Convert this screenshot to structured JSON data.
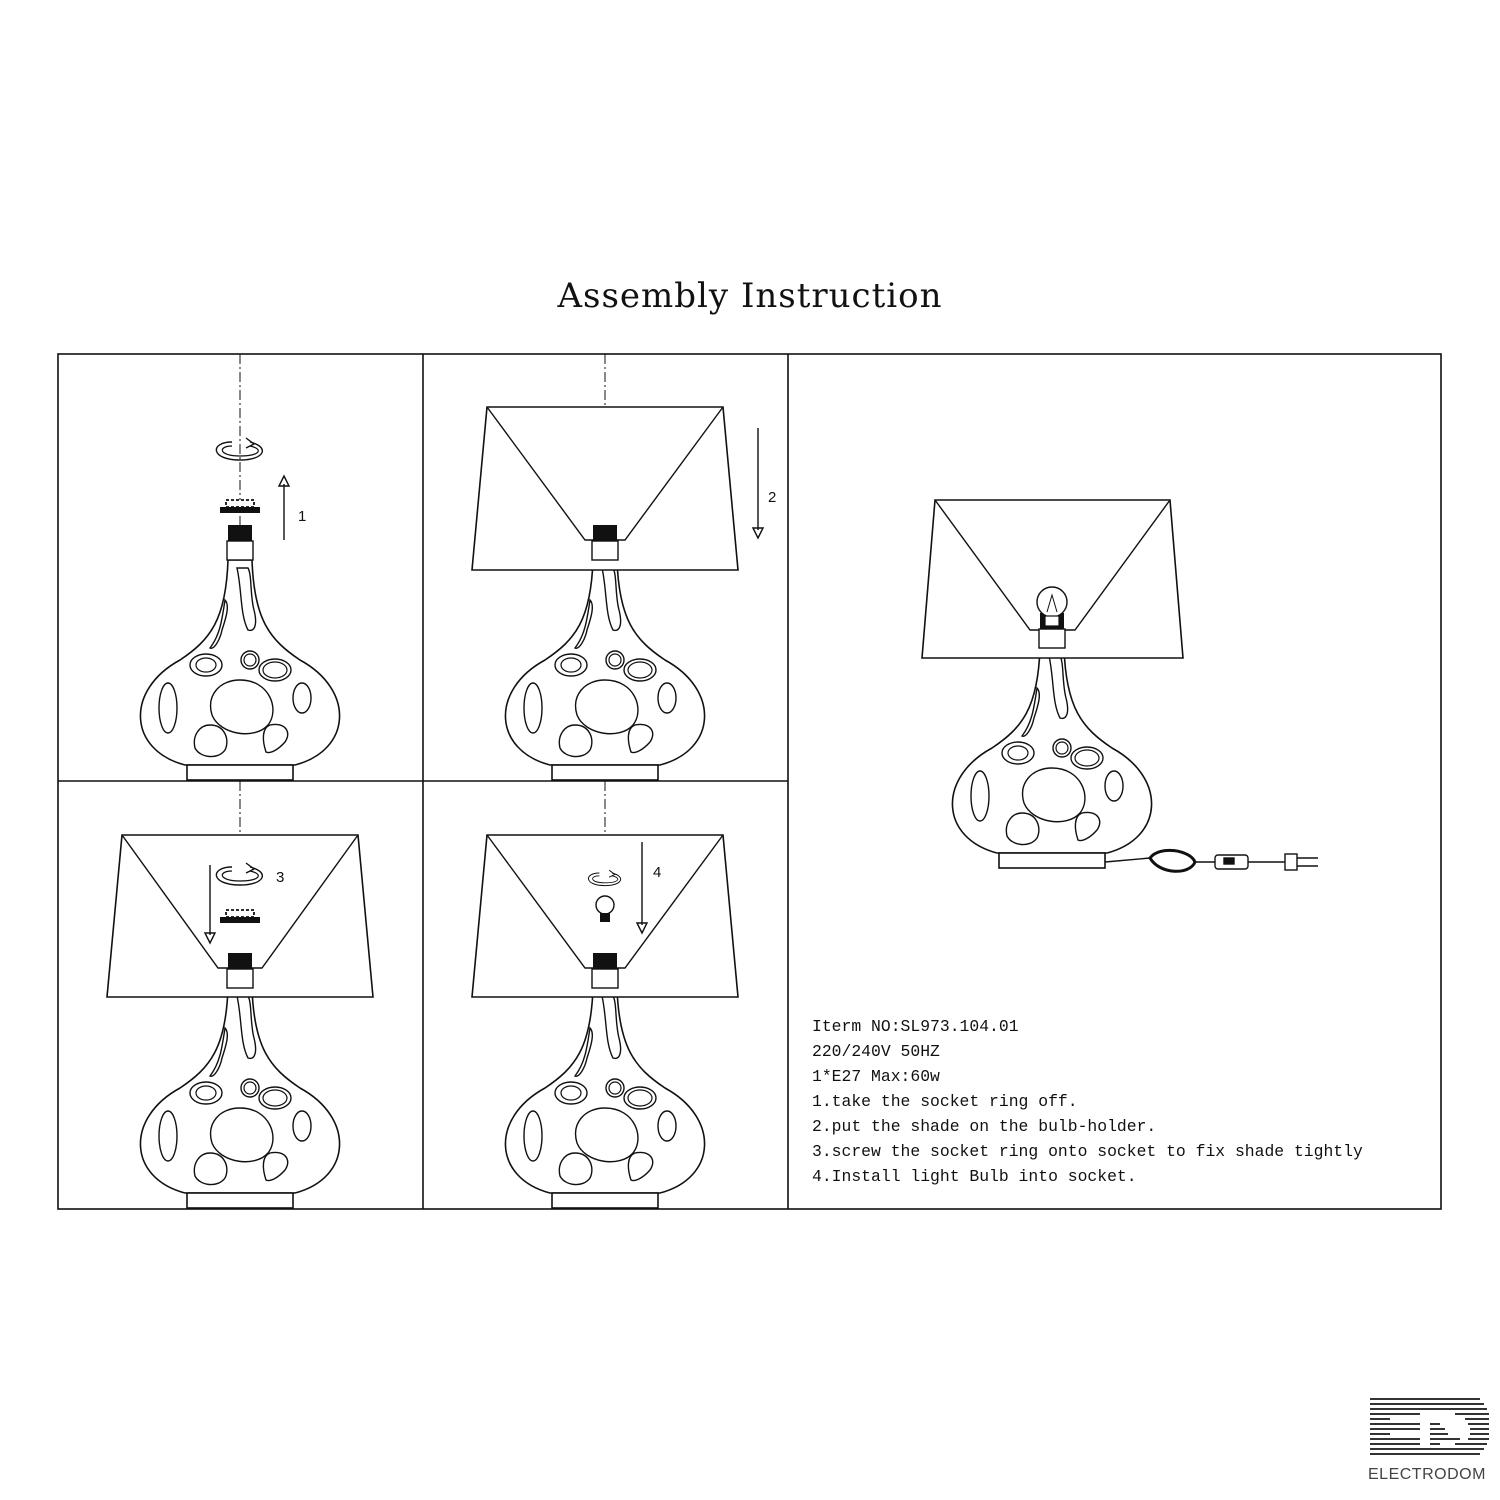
{
  "title": "Assembly Instruction",
  "specs": {
    "item_no": "Iterm NO:SL973.104.01",
    "voltage": "220/240V 50HZ",
    "bulb": "1*E27 Max:60w"
  },
  "steps": [
    {
      "num": "1",
      "text": "1.take the socket ring off."
    },
    {
      "num": "2",
      "text": "2.put the shade on the bulb-holder."
    },
    {
      "num": "3",
      "text": "3.screw the socket ring onto socket to fix shade tightly"
    },
    {
      "num": "4",
      "text": "4.Install light Bulb into socket."
    }
  ],
  "logo": {
    "text": "ELECTRODOM"
  }
}
